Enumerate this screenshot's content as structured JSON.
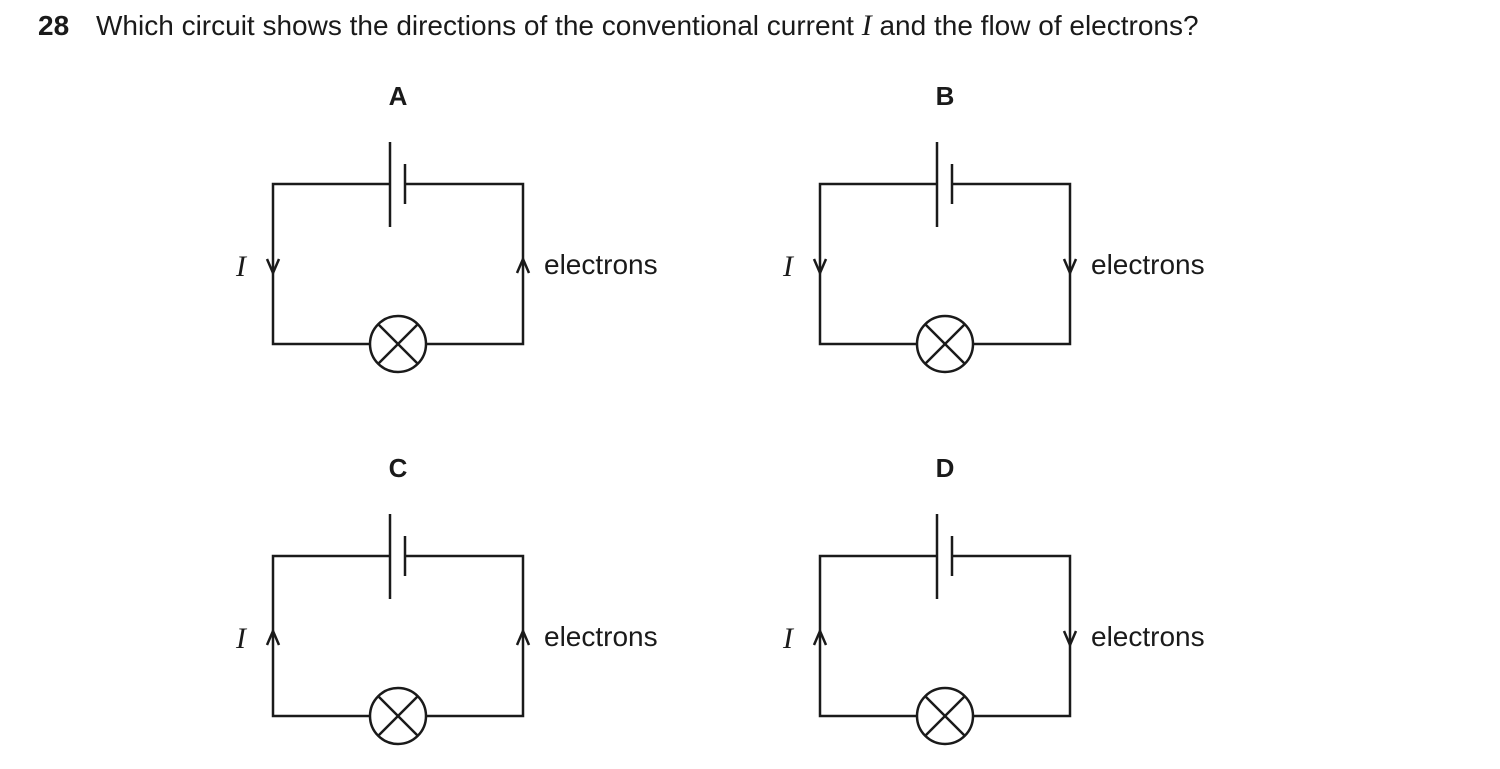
{
  "question": {
    "number": "28",
    "text_before": "Which circuit shows the directions of the conventional current ",
    "variable": "I",
    "text_after": " and the flow of electrons?"
  },
  "options": [
    {
      "label": "A",
      "current_label": "I",
      "current_direction": "down",
      "electron_label": "electrons",
      "electron_direction": "up"
    },
    {
      "label": "B",
      "current_label": "I",
      "current_direction": "down",
      "electron_label": "electrons",
      "electron_direction": "down"
    },
    {
      "label": "C",
      "current_label": "I",
      "current_direction": "up",
      "electron_label": "electrons",
      "electron_direction": "up"
    },
    {
      "label": "D",
      "current_label": "I",
      "current_direction": "up",
      "electron_label": "electrons",
      "electron_direction": "down"
    }
  ],
  "components": {
    "cell": "cell-symbol",
    "lamp": "lamp-symbol"
  }
}
